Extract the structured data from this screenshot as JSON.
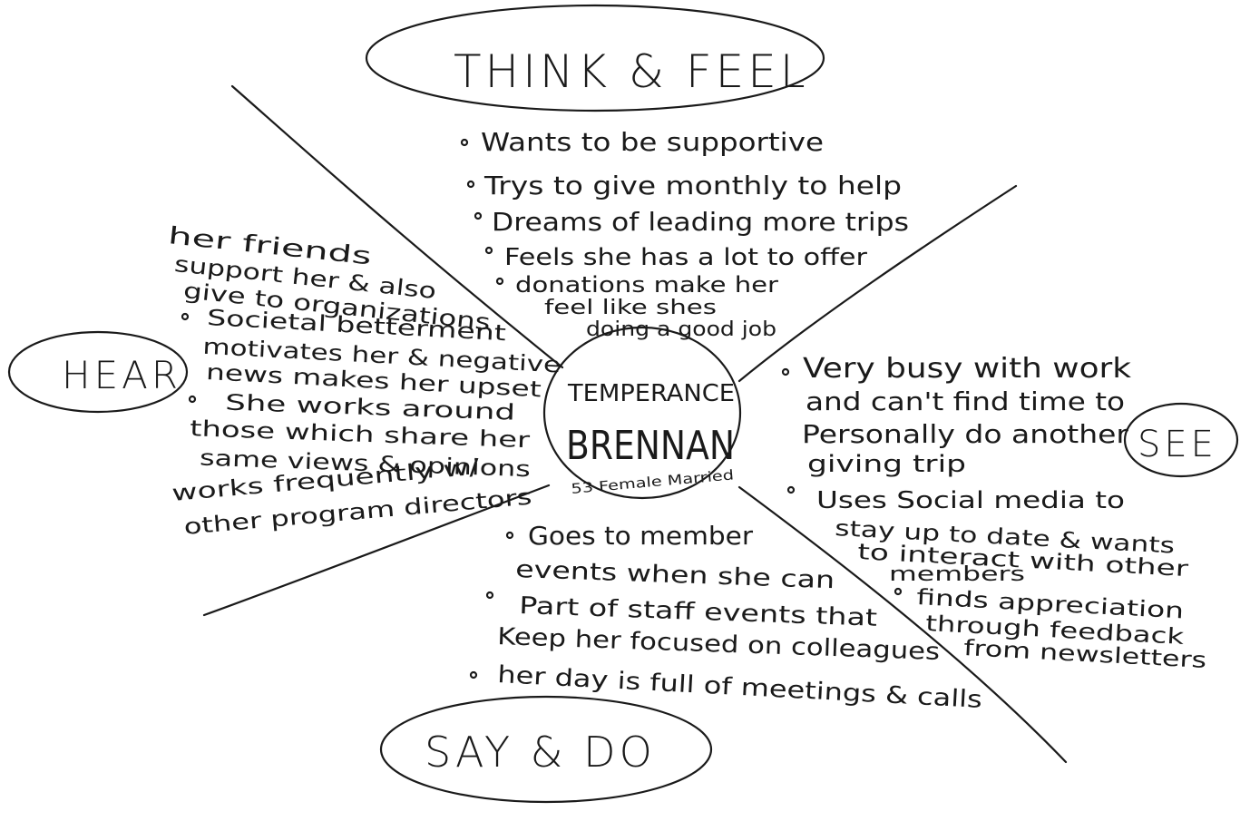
{
  "center": {
    "line1": "TEMPERANCE",
    "line2": "BRENNAN",
    "line3": "53 Female Married"
  },
  "quadrants": {
    "think_feel": {
      "title": "THINK & FEEL",
      "items": [
        "Wants to be supportive",
        "Trys to give monthly to help",
        "Dreams of leading more trips",
        "Feels she has a lot to offer",
        "donations make her",
        "feel like shes",
        "doing a good job"
      ]
    },
    "hear": {
      "title": "HEAR",
      "items": [
        "her friends",
        "support her & also",
        "give to organizations",
        "Societal betterment",
        "motivates her & negative",
        "news makes her upset",
        "She works around",
        "those which share her",
        "same views & opinions",
        "works frequently w/",
        "other program directors"
      ]
    },
    "see": {
      "title": "SEE",
      "items": [
        "Very busy with work",
        "and can't find time to",
        "Personally do another",
        "giving trip",
        "Uses Social media to",
        "stay up to date & wants",
        "to interact with other",
        "members",
        "finds appreciation",
        "through feedback",
        "from newsletters"
      ]
    },
    "say_do": {
      "title": "SAY & DO",
      "items": [
        "Goes to member",
        "events when she can",
        "Part of staff events that",
        "Keep her focused on colleagues",
        "her day is full of meetings & calls"
      ]
    }
  }
}
